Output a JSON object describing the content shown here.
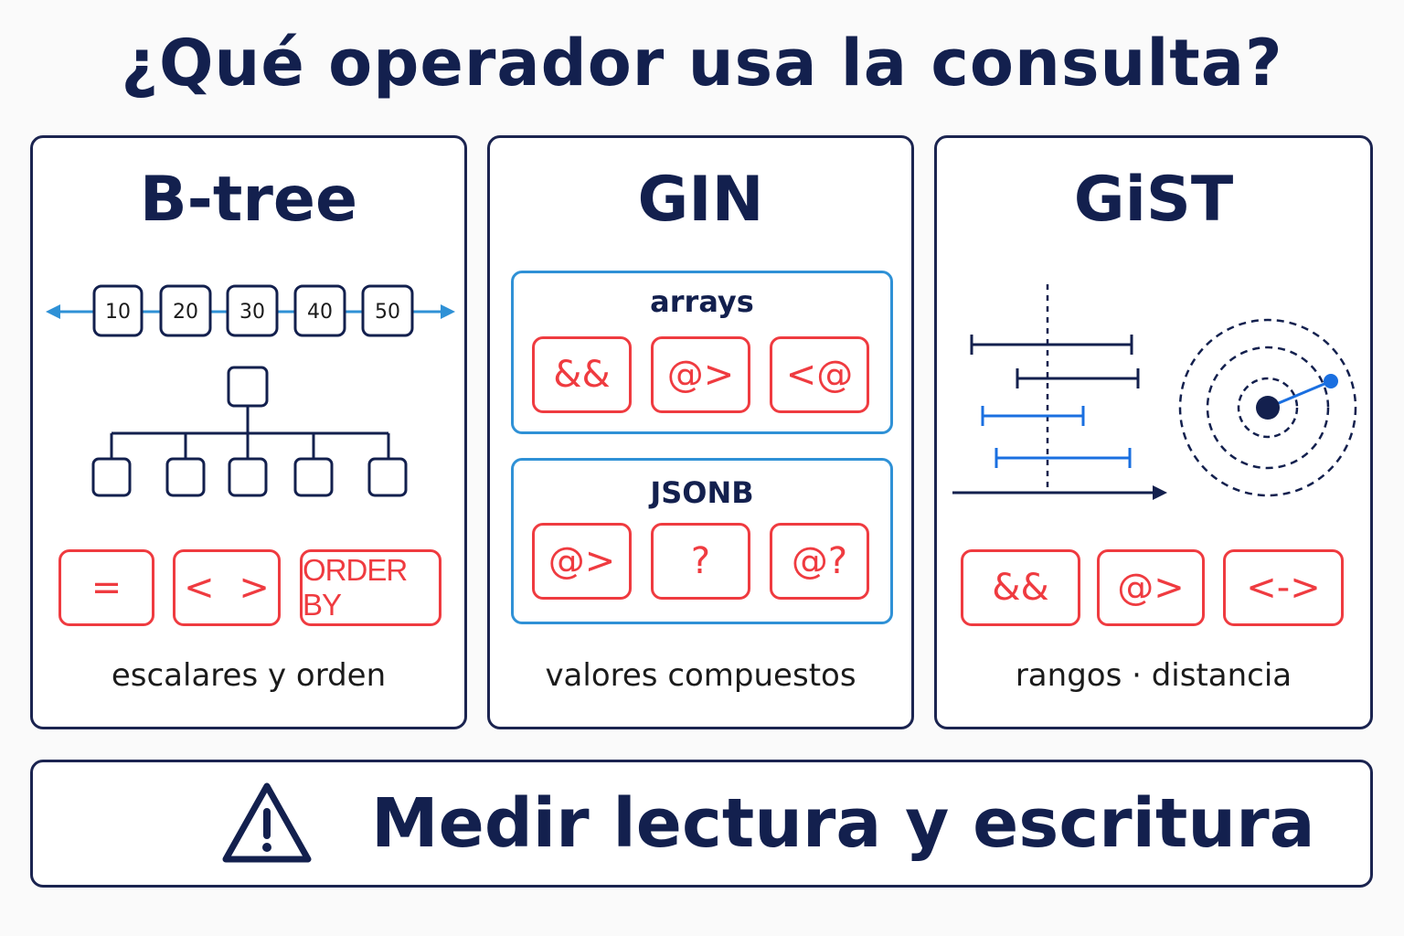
{
  "title": "¿Qué operador usa la consulta?",
  "panels": {
    "btree": {
      "title": "B-tree",
      "keys": [
        "10",
        "20",
        "30",
        "40",
        "50"
      ],
      "operators": [
        "=",
        "< >",
        "ORDER BY"
      ],
      "caption": "escalares y orden"
    },
    "gin": {
      "title": "GIN",
      "groups": [
        {
          "label": "arrays",
          "operators": [
            "&&",
            "@>",
            "<@"
          ]
        },
        {
          "label": "JSONB",
          "operators": [
            "@>",
            "?",
            "@?"
          ]
        }
      ],
      "caption": "valores compuestos"
    },
    "gist": {
      "title": "GiST",
      "operators": [
        "&&",
        "@>",
        "<->"
      ],
      "caption": "rangos · distancia"
    }
  },
  "footer": {
    "icon": "warning-triangle-icon",
    "text": "Medir lectura y escritura"
  },
  "colors": {
    "navy": "#13204e",
    "operator_red": "#ef3b40",
    "accent_blue": "#2f91d6",
    "range_blue": "#1a6fe0"
  }
}
